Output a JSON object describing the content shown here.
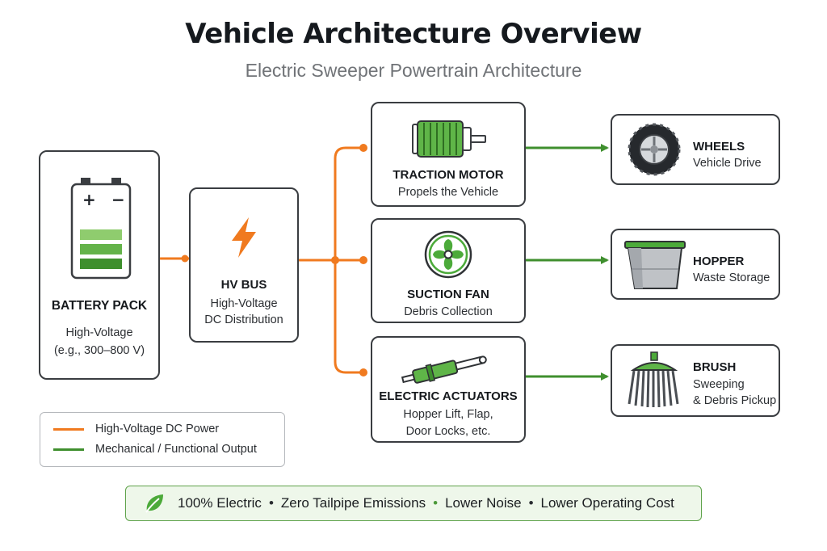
{
  "header": {
    "title": "Vehicle Architecture Overview",
    "subtitle": "Electric Sweeper Powertrain Architecture"
  },
  "colors": {
    "hv_power": "#f07a1f",
    "mechanical": "#3f8f2e",
    "accent_green": "#4caa3a"
  },
  "battery": {
    "title": "BATTERY PACK",
    "line1": "High-Voltage",
    "line2": "(e.g., 300–800 V)",
    "icon": "battery-icon"
  },
  "bus": {
    "title": "HV BUS",
    "line1": "High-Voltage",
    "line2": "DC Distribution",
    "icon": "lightning-icon"
  },
  "loads": [
    {
      "title": "TRACTION MOTOR",
      "line1": "Propels the Vehicle",
      "line2": "",
      "icon": "motor-icon"
    },
    {
      "title": "SUCTION FAN",
      "line1": "Debris Collection",
      "line2": "",
      "icon": "fan-icon"
    },
    {
      "title": "ELECTRIC ACTUATORS",
      "line1": "Hopper Lift, Flap,",
      "line2": "Door Locks, etc.",
      "icon": "actuator-icon"
    }
  ],
  "outputs": [
    {
      "title": "WHEELS",
      "line1": "Vehicle Drive",
      "line2": "",
      "icon": "wheel-icon"
    },
    {
      "title": "HOPPER",
      "line1": "Waste Storage",
      "line2": "",
      "icon": "hopper-icon"
    },
    {
      "title": "BRUSH",
      "line1": "Sweeping",
      "line2": "& Debris Pickup",
      "icon": "brush-icon"
    }
  ],
  "legend": [
    {
      "label": "High-Voltage DC Power",
      "color": "#f07a1f"
    },
    {
      "label": "Mechanical / Functional Output",
      "color": "#3f8f2e"
    }
  ],
  "footer": {
    "icon": "leaf-icon",
    "items": [
      "100% Electric",
      "Zero Tailpipe Emissions",
      "Lower Noise",
      "Lower Operating Cost"
    ]
  }
}
